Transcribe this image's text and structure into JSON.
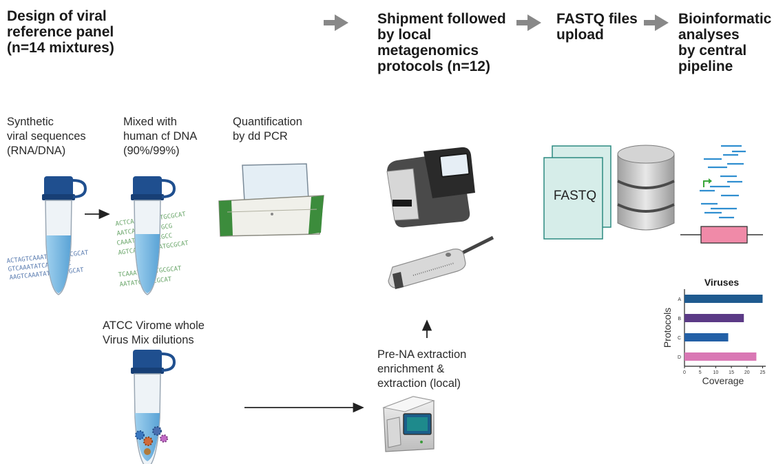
{
  "headers": {
    "step1": "Design of viral\nreference panel\n(n=14 mixtures)",
    "step2": "Shipment followed\nby local\nmetagenomics\nprotocols (n=12)",
    "step3": "FASTQ files\nupload",
    "step4": "Bioinformatic\nanalyses\nby central\npipeline"
  },
  "labels": {
    "synthetic": "Synthetic\nviral sequences\n(RNA/DNA)",
    "mixed": "Mixed with\nhuman cf DNA\n(90%/99%)",
    "quant": "Quantification\nby dd PCR",
    "atcc": "ATCC Virome whole\nVirus Mix dilutions",
    "prena": "Pre-NA extraction\nenrichment &\nextraction (local)",
    "fastq": "FASTQ"
  },
  "chart_data": {
    "type": "bar",
    "orientation": "horizontal",
    "title": "Viruses",
    "xlabel": "Coverage",
    "ylabel": "Protocols",
    "categories": [
      "A",
      "B",
      "C",
      "D"
    ],
    "values": [
      25,
      19,
      14,
      23
    ],
    "colors": [
      "#1f5a8f",
      "#5b3a86",
      "#2360a6",
      "#d977b4"
    ],
    "xticks": [
      0,
      5,
      10,
      15,
      20,
      25
    ],
    "xlim": [
      0,
      26
    ]
  },
  "colors": {
    "arrow_gray": "#888888",
    "tube_cap": "#1f4f8f",
    "liquid": "#7db9e0",
    "fastq_file": "#d6ede9",
    "feature_box": "#f08aa8"
  }
}
